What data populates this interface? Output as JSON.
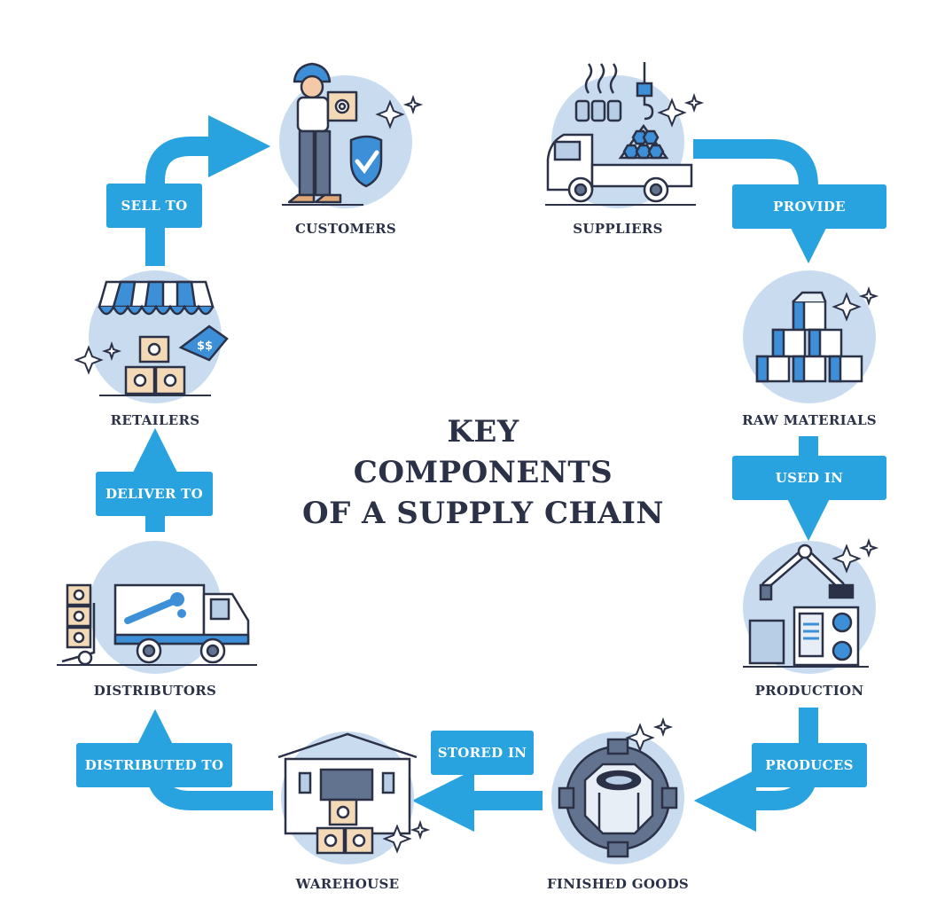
{
  "title": {
    "line1": "KEY",
    "line2": "COMPONENTS",
    "line3": "OF A SUPPLY CHAIN"
  },
  "nodes": {
    "customers": "CUSTOMERS",
    "suppliers": "SUPPLIERS",
    "raw_materials": "RAW MATERIALS",
    "production": "PRODUCTION",
    "finished_goods": "FINISHED GOODS",
    "warehouse": "WAREHOUSE",
    "distributors": "DISTRIBUTORS",
    "retailers": "RETAILERS"
  },
  "edges": {
    "provide": "PROVIDE",
    "used_in": "USED IN",
    "produces": "PRODUCES",
    "stored_in": "STORED IN",
    "distributed_to": "DISTRIBUTED TO",
    "deliver_to": "DELIVER TO",
    "sell_to": "SELL TO"
  },
  "colors": {
    "arrow": "#29a3df",
    "label_bg": "#29a3df",
    "circle": "#c9dcef",
    "outline": "#2b3147",
    "text": "#2b3147"
  }
}
